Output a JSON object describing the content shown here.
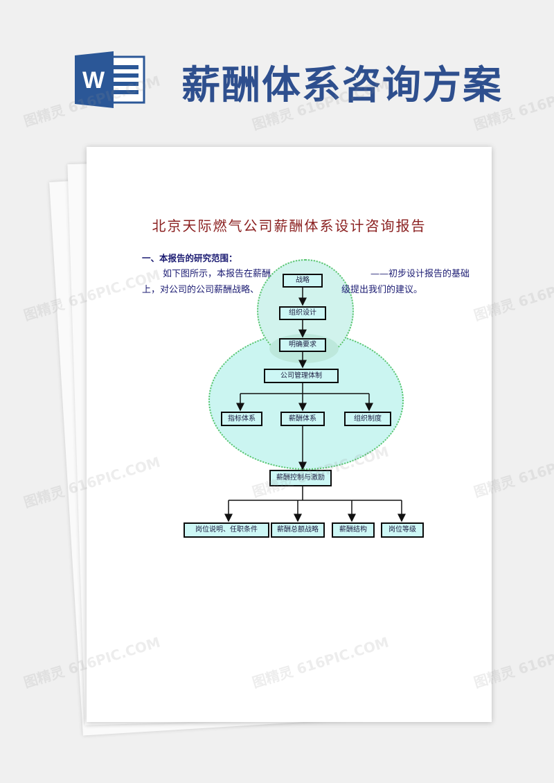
{
  "banner": {
    "title": "薪酬体系咨询方案",
    "icon": "word-document-icon",
    "icon_letter": "W"
  },
  "document": {
    "title": "北京天际燃气公司薪酬体系设计咨询报告",
    "section_heading": "一、本报告的研究范围：",
    "paragraph": {
      "line1_a": "如下图所示，本报告在薪酬",
      "line1_b": "",
      "line1_c": "——初步设计报告的基础",
      "line2_a": "上，对公司的公司薪酬战略、",
      "line2_b": "级提出我们的建议。"
    }
  },
  "diagram": {
    "strategy": "战略",
    "org_design": "组织设计",
    "clear_requirements": "明确要求",
    "mgmt_system": "公司管理体制",
    "indicator_system": "指标体系",
    "salary_system": "薪酬体系",
    "org_rules": "组织制度",
    "salary_control": "薪酬控制与激励",
    "job_desc": "岗位说明、任职条件",
    "total_salary_strategy": "薪酬总额战略",
    "salary_structure": "薪酬结构",
    "job_grade": "岗位等级"
  },
  "watermark": {
    "text_cn": "图精灵",
    "text_en": "616PIC.COM"
  },
  "colors": {
    "banner_title": "#2e4f8e",
    "word_blue": "#2b5797",
    "doc_title": "#8a1f1f",
    "body_text": "#1b1b72",
    "box_fill": "#cdf7f5"
  }
}
